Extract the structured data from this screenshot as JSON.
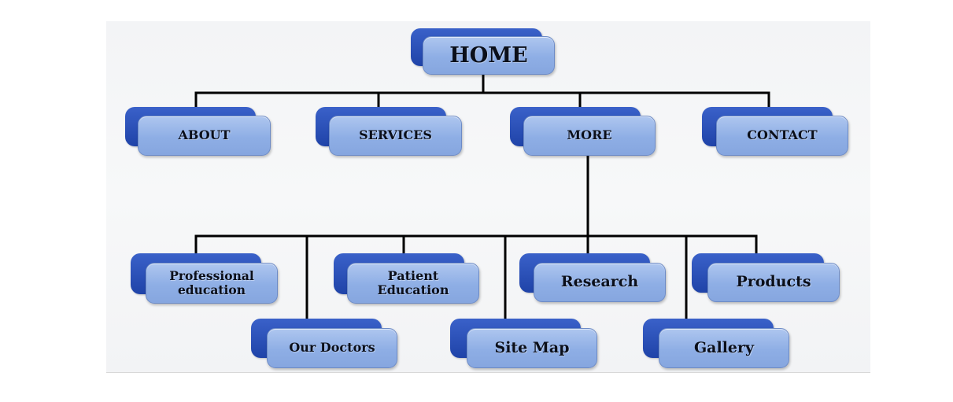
{
  "diagram": {
    "root": {
      "label": "HOME"
    },
    "level1": [
      {
        "id": "about",
        "label": "ABOUT"
      },
      {
        "id": "services",
        "label": "SERVICES"
      },
      {
        "id": "more",
        "label": "MORE"
      },
      {
        "id": "contact",
        "label": "CONTACT"
      }
    ],
    "more_children": [
      {
        "id": "professional-education",
        "label": "Professional education"
      },
      {
        "id": "our-doctors",
        "label": "Our Doctors"
      },
      {
        "id": "patient-education",
        "label": "Patient Education"
      },
      {
        "id": "site-map",
        "label": "Site Map"
      },
      {
        "id": "research",
        "label": "Research"
      },
      {
        "id": "gallery",
        "label": "Gallery"
      },
      {
        "id": "products",
        "label": "Products"
      }
    ],
    "colors": {
      "node_front": "#94b2e7",
      "node_back": "#2a4fb8",
      "connector": "#000000",
      "text": "#0b0f1a"
    }
  }
}
